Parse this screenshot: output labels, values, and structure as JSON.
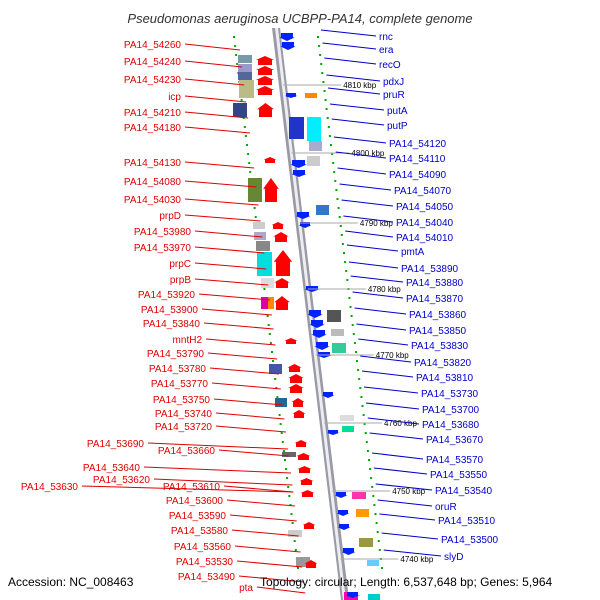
{
  "title": "Pseudomonas aeruginosa UCBPP-PA14, complete genome",
  "accession_text": "Accession: NC_008463",
  "topology_text": "Topology: circular; Length: 6,537,648 bp; Genes: 5,964",
  "colors": {
    "left_label": "#e00000",
    "right_label": "#0000cc",
    "left_arrow": "#ff0000",
    "right_arrow": "#0022ff",
    "axis": "#a0a0a8",
    "tick": "#00aa00"
  },
  "scale_marks": [
    "4810 kbp",
    "4800 kbp",
    "4790 kbp",
    "4780 kbp",
    "4770 kbp",
    "4760 kbp",
    "4750 kbp",
    "4740 kbp"
  ],
  "left_labels": [
    "PA14_54260",
    "PA14_54240",
    "PA14_54230",
    "icp",
    "PA14_54210",
    "PA14_54180",
    "PA14_54130",
    "PA14_54080",
    "PA14_54030",
    "prpD",
    "PA14_53980",
    "PA14_53970",
    "prpC",
    "prpB",
    "PA14_53920",
    "PA14_53900",
    "PA14_53840",
    "mntH2",
    "PA14_53790",
    "PA14_53780",
    "PA14_53770",
    "PA14_53750",
    "PA14_53740",
    "PA14_53720",
    "PA14_53690",
    "PA14_53660",
    "PA14_53640",
    "PA14_53620",
    "PA14_53630",
    "PA14_53610",
    "PA14_53600",
    "PA14_53590",
    "PA14_53580",
    "PA14_53560",
    "PA14_53530",
    "PA14_53490",
    "pta"
  ],
  "right_labels": [
    "rnc",
    "era",
    "recO",
    "pdxJ",
    "pruR",
    "putA",
    "putP",
    "PA14_54120",
    "PA14_54110",
    "PA14_54090",
    "PA14_54070",
    "PA14_54050",
    "PA14_54040",
    "PA14_54010",
    "pmtA",
    "PA14_53890",
    "PA14_53880",
    "PA14_53870",
    "PA14_53860",
    "PA14_53850",
    "PA14_53830",
    "PA14_53820",
    "PA14_53810",
    "PA14_53730",
    "PA14_53700",
    "PA14_53680",
    "PA14_53670",
    "PA14_53570",
    "PA14_53550",
    "PA14_53540",
    "oruR",
    "PA14_53510",
    "PA14_53500",
    "slyD"
  ]
}
